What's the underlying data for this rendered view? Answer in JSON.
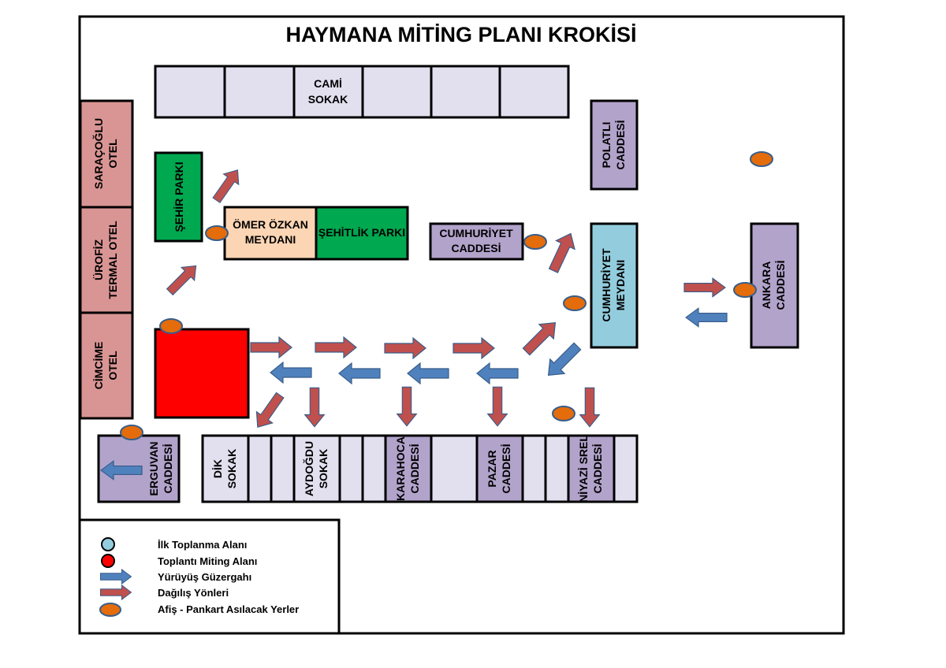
{
  "title": "HAYMANA MİTİNG PLANI KROKİSİ",
  "colors": {
    "street_gray": "#e2dfef",
    "street_purple": "#b2a3cb",
    "hotel_pink": "#d99594",
    "park_green": "#00a84f",
    "meydan_peach": "#fcd5b4",
    "gathering_blue": "#93cddd",
    "meeting_red": "#ff0000",
    "poster_orange": "#e46c0a",
    "route_blue": "#4f81bd",
    "dispersal_red": "#c0504d"
  },
  "labels": {
    "cami_1": "CAMİ",
    "cami_2": "SOKAK",
    "saracoglu_1": "SARAÇOĞLU",
    "saracoglu_2": "OTEL",
    "urofiz_1": "ÜROFİZ",
    "urofiz_2": "TERMAL OTEL",
    "cimcime_1": "CİMCİME",
    "cimcime_2": "OTEL",
    "sehir_parki": "ŞEHİR PARKI",
    "omer_1": "ÖMER ÖZKAN",
    "omer_2": "MEYDANI",
    "sehitlik": "ŞEHİTLİK PARKI",
    "cumhuriyet_cad_1": "CUMHURİYET",
    "cumhuriyet_cad_2": "CADDESİ",
    "polatli_1": "POLATLI",
    "polatli_2": "CADDESİ",
    "cumhuriyet_mey_1": "CUMHURİYET",
    "cumhuriyet_mey_2": "MEYDANI",
    "ankara_1": "ANKARA",
    "ankara_2": "CADDESİ",
    "erguvan_1": "ERGUVAN",
    "erguvan_2": "CADDESİ",
    "dik_1": "DİK",
    "dik_2": "SOKAK",
    "aydogdu_1": "AYDOĞDU",
    "aydogdu_2": "SOKAK",
    "karahoca_1": "KARAHOCA",
    "karahoca_2": "CADDESİ",
    "pazar_1": "PAZAR",
    "pazar_2": "CADDESİ",
    "niyazi_1": "NİYAZİ SREL",
    "niyazi_2": "CADDESİ"
  },
  "legend": [
    {
      "label": "İlk Toplanma Alanı",
      "symbol": "circle-blue-icon"
    },
    {
      "label": "Toplantı Miting Alanı",
      "symbol": "circle-red-icon"
    },
    {
      "label": "Yürüyüş Güzergahı",
      "symbol": "arrow-blue-icon"
    },
    {
      "label": "Dağılış Yönleri",
      "symbol": "arrow-red-icon"
    },
    {
      "label": "Afiş - Pankart Asılacak Yerler",
      "symbol": "ellipse-orange-icon"
    }
  ]
}
